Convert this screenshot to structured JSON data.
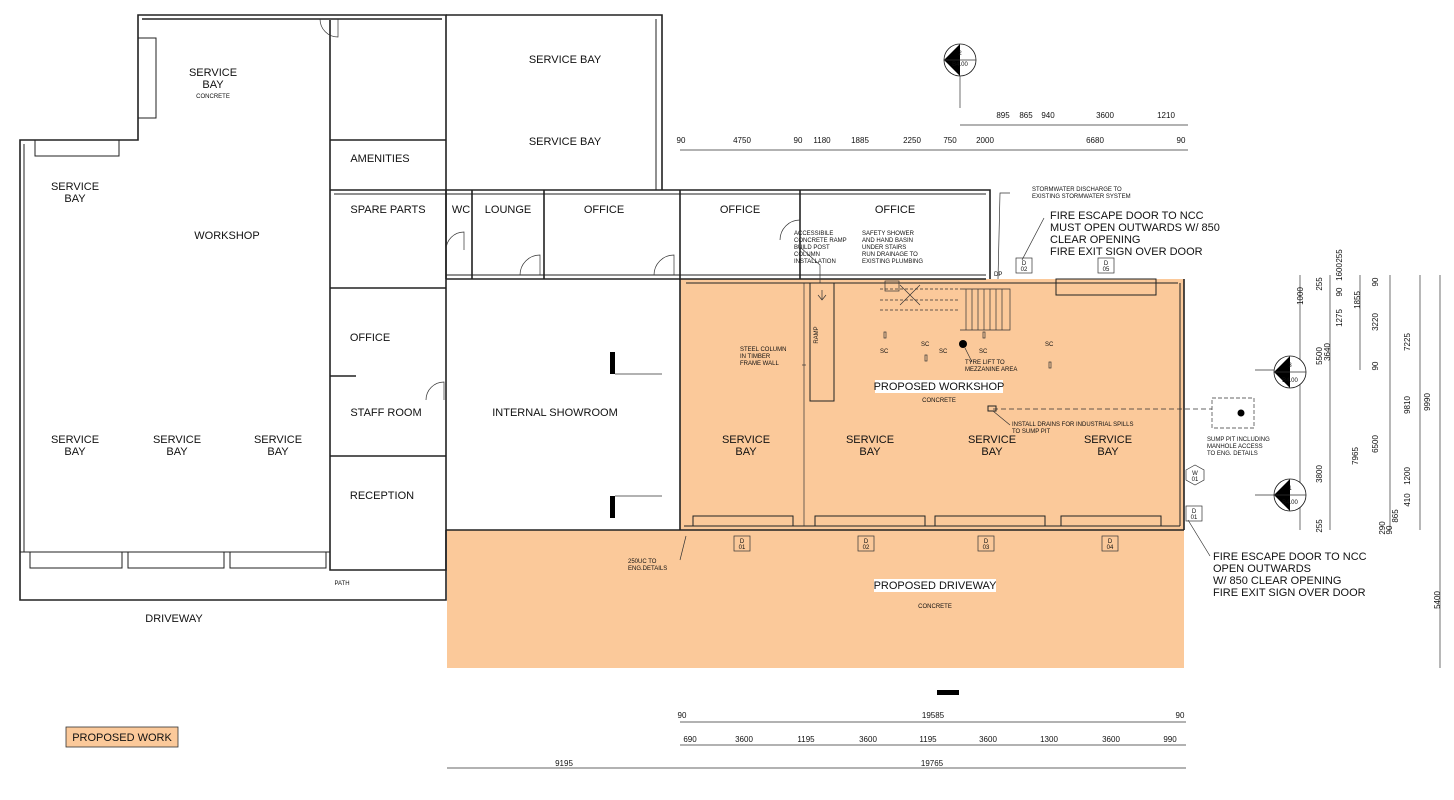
{
  "colors": {
    "proposed_fill": "#fbc99a",
    "wall": "#222222"
  },
  "rooms": {
    "service_bay_top_left": [
      "SERVICE",
      "BAY"
    ],
    "concrete_small": "CONCRETE",
    "service_bay_top_1": "SERVICE BAY",
    "service_bay_top_2": "SERVICE BAY",
    "amenities": "AMENITIES",
    "service_bay_left": [
      "SERVICE",
      "BAY"
    ],
    "workshop": "WORKSHOP",
    "spare_parts": "SPARE PARTS",
    "wc": "WC",
    "lounge": "LOUNGE",
    "office_1": "OFFICE",
    "office_2": "OFFICE",
    "office_3": "OFFICE",
    "office_4": "OFFICE",
    "staff_room": "STAFF ROOM",
    "internal_showroom": "INTERNAL SHOWROOM",
    "reception": "RECEPTION",
    "bottom_bays": [
      [
        "SERVICE",
        "BAY"
      ],
      [
        "SERVICE",
        "BAY"
      ],
      [
        "SERVICE",
        "BAY"
      ]
    ],
    "new_bays": [
      [
        "SERVICE",
        "BAY"
      ],
      [
        "SERVICE",
        "BAY"
      ],
      [
        "SERVICE",
        "BAY"
      ],
      [
        "SERVICE",
        "BAY"
      ]
    ],
    "path": "PATH",
    "driveway": "DRIVEWAY",
    "proposed_workshop": "PROPOSED WORKSHOP",
    "proposed_driveway": "PROPOSED DRIVEWAY",
    "concrete": "CONCRETE",
    "ramp": "RAMP"
  },
  "notes": {
    "ramp_note": [
      "ACCESSIBILE",
      "CONCRETE RAMP",
      "BUILD POST",
      "COLUMN",
      "INSTALLATION"
    ],
    "shower_note": [
      "SAFETY SHOWER",
      "AND HAND BASIN",
      "UNDER STAIRS",
      "RUN DRAINAGE TO",
      "EXISTING PLUMBING"
    ],
    "stormwater": [
      "STORMWATER DISCHARGE TO",
      "EXISTING STORMWATER SYSTEM"
    ],
    "dp": "DP",
    "fire_top": [
      "FIRE ESCAPE DOOR TO NCC",
      "MUST OPEN OUTWARDS W/ 850",
      "CLEAR OPENING",
      "FIRE EXIT SIGN OVER DOOR"
    ],
    "fire_bottom": [
      "FIRE ESCAPE DOOR TO NCC",
      "OPEN OUTWARDS",
      "W/ 850 CLEAR OPENING",
      "FIRE EXIT SIGN OVER DOOR"
    ],
    "steel_column": [
      "STEEL COLUMN",
      "IN TIMBER",
      "FRAME WALL"
    ],
    "tyre_lift": [
      "TYRE LIFT TO",
      "MEZZANINE AREA"
    ],
    "drains": [
      "INSTALL DRAINS  FOR INDUSTRIAL SPILLS",
      "TO SUMP PIT"
    ],
    "sump": [
      "SUMP PIT INCLUDING",
      "MANHOLE ACCESS",
      "TO ENG. DETAILS"
    ],
    "uc": [
      "250UC TO",
      "ENG.DETAILS"
    ],
    "sc": "SC"
  },
  "tags": {
    "doors_bottom": [
      [
        "D",
        "01"
      ],
      [
        "D",
        "02"
      ],
      [
        "D",
        "03"
      ],
      [
        "D",
        "04"
      ]
    ],
    "door_top_1": [
      "D",
      "02"
    ],
    "door_top_2": [
      "D",
      "05"
    ],
    "door_right": [
      "D",
      "01"
    ],
    "window": [
      "W",
      "01"
    ],
    "section_2": [
      "2",
      "B4.00"
    ],
    "section_3": [
      "3",
      "B4.00"
    ],
    "section_1": [
      "1",
      "B4.00"
    ]
  },
  "legend": {
    "label": "PROPOSED WORK"
  },
  "dims": {
    "top_row1": [
      "895",
      "865",
      "940",
      "3600",
      "1210"
    ],
    "top_row2": [
      "90",
      "4750",
      "90",
      "1180",
      "1885",
      "2250",
      "750",
      "2000",
      "6680",
      "90"
    ],
    "bottom_row1": [
      "90",
      "19585",
      "90"
    ],
    "bottom_row2": [
      "690",
      "3600",
      "1195",
      "3600",
      "1195",
      "3600",
      "1300",
      "3600",
      "990"
    ],
    "bottom_row3": [
      "9195",
      "19765"
    ],
    "right_col1": [
      "1000",
      "3640",
      "5500",
      "3800",
      "255"
    ],
    "right_col2": [
      "255",
      "1275",
      "90",
      "1600",
      "255"
    ],
    "right_col3": [
      "1855",
      "3220",
      "7965",
      "6500"
    ],
    "right_col4": [
      "90",
      "90",
      "9810",
      "1200",
      "410",
      "865",
      "290",
      "90"
    ],
    "right_col5": [
      "7225",
      "9990",
      "5400"
    ]
  }
}
